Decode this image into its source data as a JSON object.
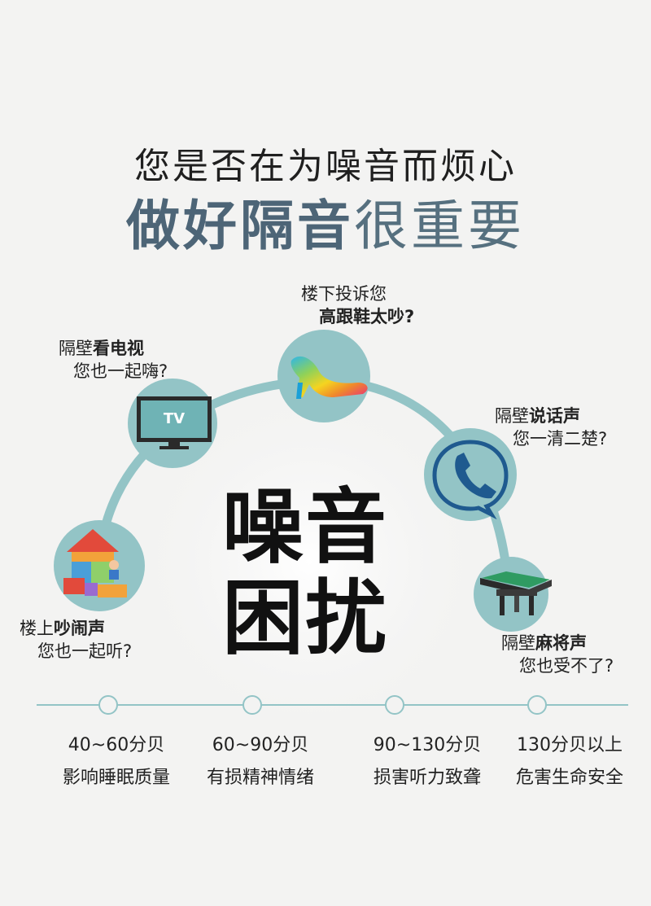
{
  "headline": {
    "line1": "您是否在为噪音而烦心",
    "line2_bold": "做好隔音",
    "line2_light": "很重要"
  },
  "center": {
    "line1": "噪音",
    "line2": "困扰"
  },
  "callouts": {
    "tv": {
      "prefix": "隔壁",
      "bold": "看电视",
      "line2": "您也一起嗨?",
      "icon_text": "TV"
    },
    "heels": {
      "prefix": "楼下投诉您",
      "bold": "高跟鞋太吵?"
    },
    "talk": {
      "prefix": "隔壁",
      "bold": "说话声",
      "line2": "您一清二楚?"
    },
    "upstairs": {
      "prefix": "楼上",
      "bold": "吵闹声",
      "line2": "您也一起听?"
    },
    "mahjong": {
      "prefix": "隔壁",
      "bold": "麻将声",
      "line2": "您也受不了?"
    }
  },
  "timeline": [
    {
      "range": "40~60分贝",
      "effect": "影响睡眠质量"
    },
    {
      "range": "60~90分贝",
      "effect": "有损精神情绪"
    },
    {
      "range": "90~130分贝",
      "effect": "损害听力致聋"
    },
    {
      "range": "130分贝以上",
      "effect": "危害生命安全"
    }
  ],
  "colors": {
    "arc": "#93c4c6",
    "headline_blue": "#4d6577",
    "phone_blue": "#1f5a8f"
  }
}
